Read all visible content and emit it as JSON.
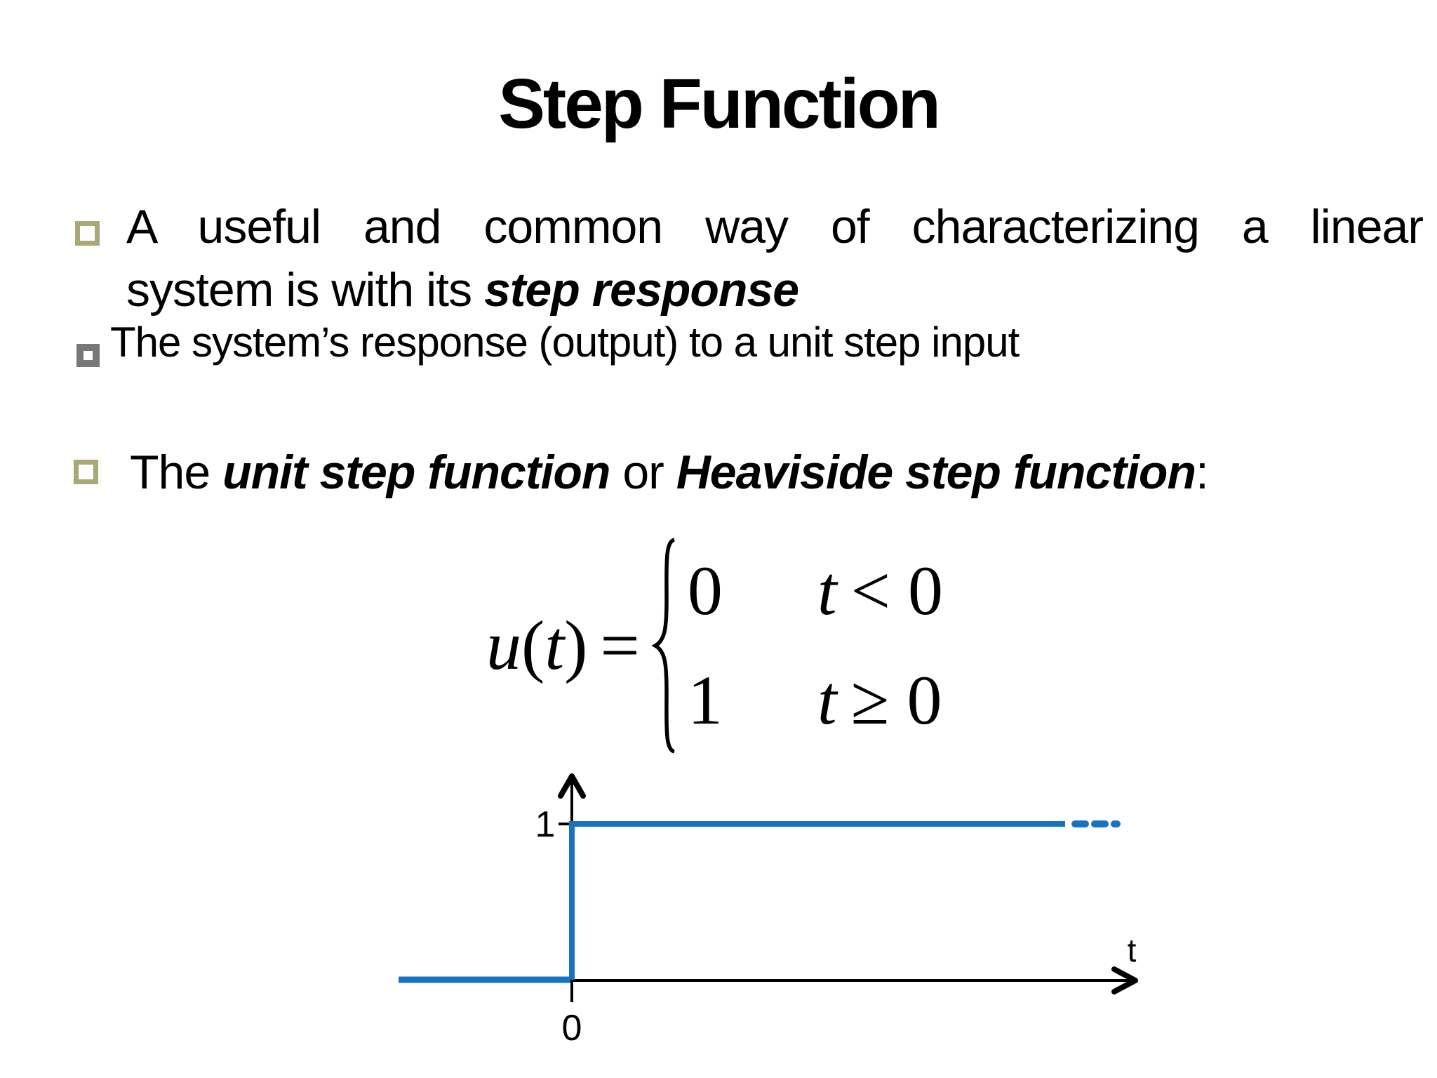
{
  "title": "Step Function",
  "bullets": {
    "b1": {
      "line1": "A useful and common way of characterizing a linear",
      "line2_plain": "system is with its ",
      "line2_emphasis": "step response"
    },
    "b2": {
      "text": "The system’s response (output) to a unit step input"
    },
    "b3": {
      "plain1": "The ",
      "emphasis1": "unit step function",
      "plain2": " or ",
      "emphasis2": "Heaviside step function",
      "plain3": ":"
    }
  },
  "formula": {
    "func": "u",
    "lparen": "(",
    "arg": "t",
    "rparen": ")",
    "equals": "=",
    "cases": [
      {
        "value": "0",
        "var": "t",
        "relation": "< 0"
      },
      {
        "value": "1",
        "var": "t",
        "relation": "≥ 0"
      }
    ]
  },
  "graph": {
    "step_level_label": "1",
    "origin_label": "0",
    "axis_label": "t",
    "curve_color": "#1773bd"
  },
  "colors": {
    "bullet_hollow": "#a8a878",
    "bullet_filled": "#787878",
    "text": "#000000",
    "background": "#ffffff"
  },
  "chart_data": {
    "type": "line",
    "title": "",
    "xlabel": "t",
    "ylabel": "",
    "series": [
      {
        "name": "u(t)",
        "x": [
          -3,
          0,
          0,
          10
        ],
        "y": [
          0,
          0,
          1,
          1
        ]
      }
    ],
    "ylim": [
      0,
      1
    ],
    "tick_labels": {
      "x": [
        "0"
      ],
      "y": [
        "1"
      ]
    },
    "legend": "none",
    "grid": false,
    "style_note": "solid step curve with dashed continuation at right end"
  }
}
